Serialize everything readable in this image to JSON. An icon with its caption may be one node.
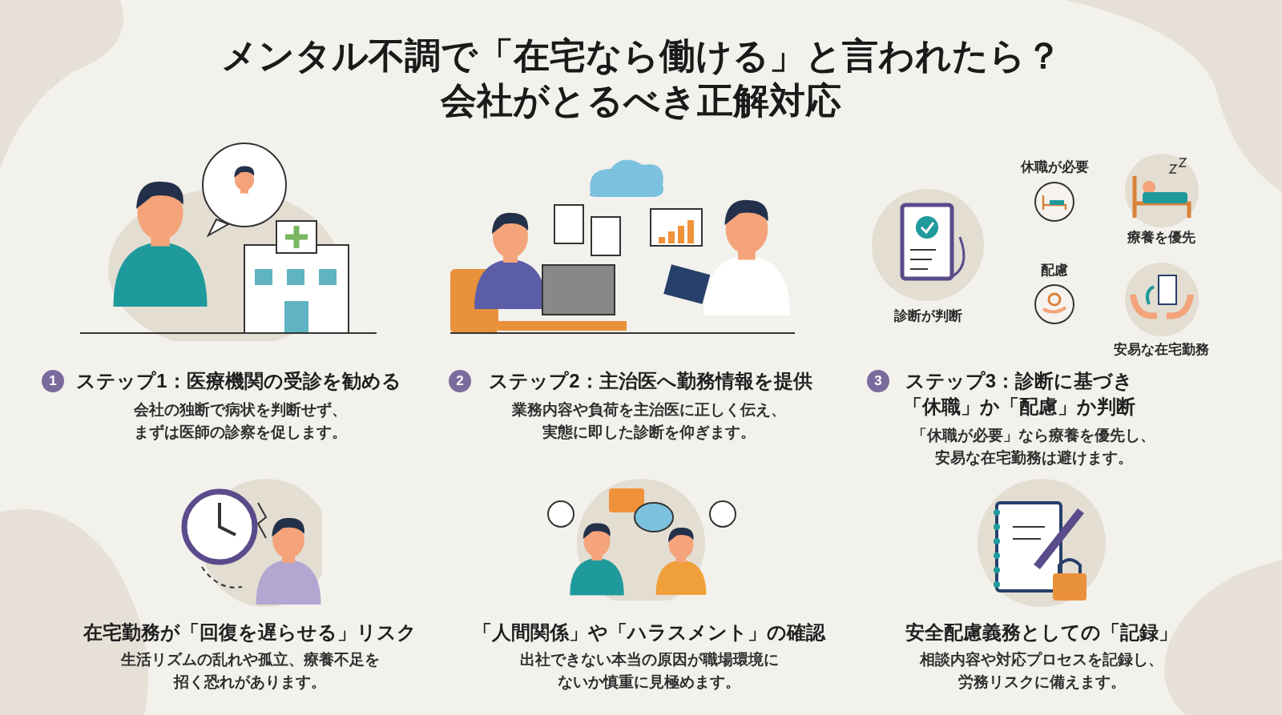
{
  "diagram": {
    "title": "メンタル不調で「在宅なら働ける」と言われたら？会社がとるべき正解対応",
    "labels": [
      "休職が必要",
      "療養を優先",
      "診断が判断",
      "配慮",
      "安易な在宅勤務",
      "1",
      "ステップ1：医療機関の受診を勧める",
      "会社の独断で病状を判断せず、まずは医師の診察を促します。",
      "2",
      "ステップ2：主治医へ勤務情報を提供",
      "業務内容や負荷を主治医に正しく伝え、実態に即した診断を仰ぎます。",
      "3",
      "ステップ3：診断に基づき「休職」か「配慮」か判断",
      "「休職が必要」なら療養を優先し、安易な在宅勤務は避けます。",
      "在宅勤務が「回復を遅らせる」リスク",
      "生活リズムの乱れや孤立、療養不足を招く恐れがあります。",
      "「人間関係」や「ハラスメント」の確認",
      "出社できない本当の原因が職場環境にないか慎重に見極めます。",
      "安全配慮義務としての「記録」",
      "相談内容や対応プロセスを記録し、労務リスクに備えます。"
    ]
  }
}
